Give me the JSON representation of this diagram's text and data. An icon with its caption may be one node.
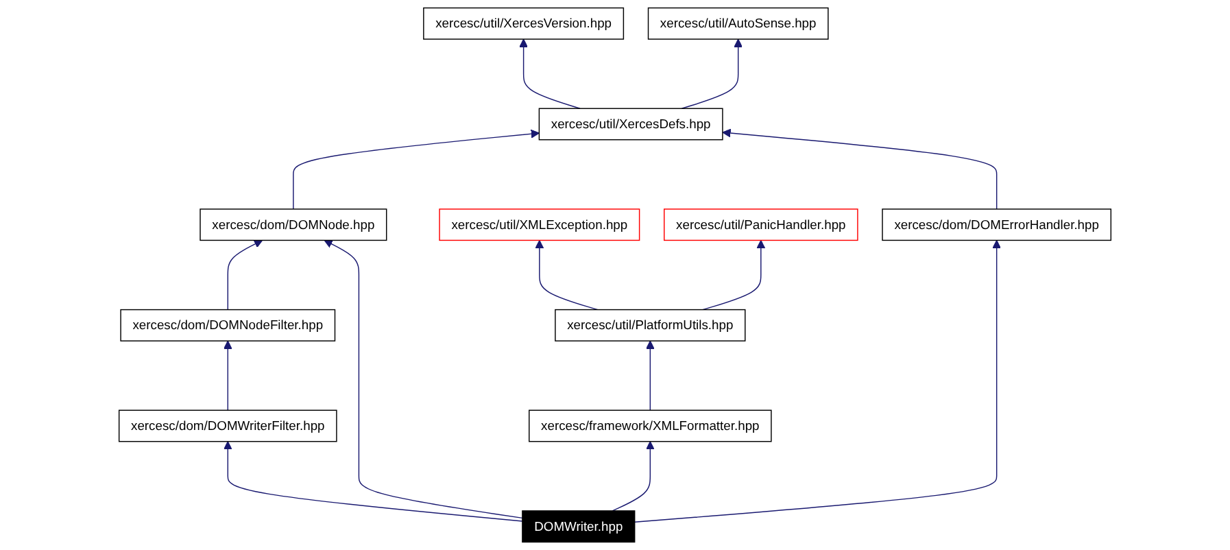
{
  "diagram": {
    "nodes": [
      {
        "text": [
          "xercesc/util/XercesVersion.hpp"
        ]
      },
      {
        "text": [
          "xercesc/util/AutoSense.hpp"
        ]
      },
      {
        "text": [
          "xercesc/util/XercesDefs.hpp"
        ]
      },
      {
        "text": [
          "xercesc/dom/DOMNode.hpp"
        ]
      },
      {
        "text": [
          "xercesc/util/XMLException.hpp"
        ]
      },
      {
        "text": [
          "xercesc/util/PanicHandler.hpp"
        ]
      },
      {
        "text": [
          "xercesc/dom/DOMNodeFilter.hpp"
        ]
      },
      {
        "text": [
          "xercesc/dom/DOMErrorHandler.hpp"
        ]
      },
      {
        "text": [
          "xercesc/util/PlatformUtils.hpp"
        ]
      },
      {
        "text": [
          "xercesc/dom/DOMWriterFilter.hpp"
        ]
      },
      {
        "text": [
          "xercesc/framework/XMLFormatter.hpp"
        ]
      },
      {
        "text": [
          "DOMWriter.hpp"
        ]
      }
    ],
    "edges": [
      {
        "from": 2,
        "to": 0,
        "arrow": "to"
      },
      {
        "from": 2,
        "to": 1,
        "arrow": "to"
      },
      {
        "from": 3,
        "to": 2,
        "arrow": "to"
      },
      {
        "from": 7,
        "to": 2,
        "arrow": "to"
      },
      {
        "from": 6,
        "to": 3,
        "arrow": "to"
      },
      {
        "from": 8,
        "to": 4,
        "arrow": "to"
      },
      {
        "from": 8,
        "to": 5,
        "arrow": "to"
      },
      {
        "from": 9,
        "to": 6,
        "arrow": "to"
      },
      {
        "from": 10,
        "to": 8,
        "arrow": "to"
      },
      {
        "from": 11,
        "to": 3,
        "arrow": "to"
      },
      {
        "from": 11,
        "to": 9,
        "arrow": "to"
      },
      {
        "from": 11,
        "to": 7,
        "arrow": "to"
      },
      {
        "from": 11,
        "to": 10,
        "arrow": "to"
      }
    ]
  }
}
